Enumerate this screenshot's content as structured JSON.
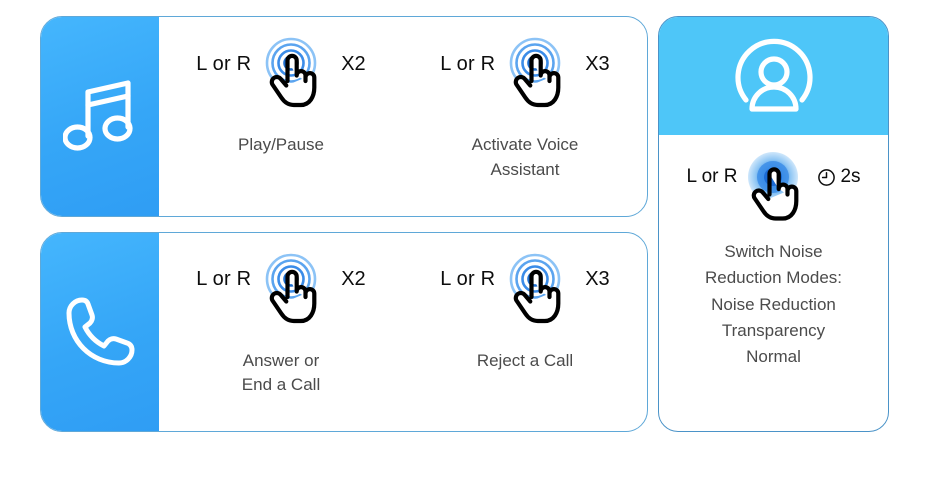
{
  "cards": [
    {
      "id": "music",
      "icon": "music-note-icon",
      "panel_color": "#3aa9f8",
      "gestures": [
        {
          "lr_label": "L or R",
          "count_label": "X2",
          "tap_icon": "double-tap-icon",
          "caption": "Play/Pause"
        },
        {
          "lr_label": "L or R",
          "count_label": "X3",
          "tap_icon": "triple-tap-icon",
          "caption": "Activate Voice\nAssistant"
        }
      ]
    },
    {
      "id": "call",
      "icon": "phone-handset-icon",
      "panel_color": "#3aa9f8",
      "gestures": [
        {
          "lr_label": "L or R",
          "count_label": "X2",
          "tap_icon": "double-tap-icon",
          "caption": "Answer or\nEnd a Call"
        },
        {
          "lr_label": "L or R",
          "count_label": "X3",
          "tap_icon": "triple-tap-icon",
          "caption": "Reject a Call"
        }
      ]
    }
  ],
  "right_card": {
    "id": "noise-control",
    "header_icon": "person-in-circle-icon",
    "header_color": "#4ec6f8",
    "lr_label": "L or R",
    "tap_icon": "long-press-icon",
    "timer_icon": "clock-icon",
    "timer_label": "2s",
    "caption_lines": [
      "Switch Noise",
      "Reduction Modes:",
      "Noise Reduction",
      "Transparency",
      "Normal"
    ]
  },
  "colors": {
    "accent_blue": "#3aa9f8",
    "header_blue": "#4ec6f8",
    "ripple_blue": "#1f7de0",
    "border_blue": "#5fa8d8",
    "caption_grey": "#4b4b4b",
    "text_black": "#0d0d0d"
  }
}
